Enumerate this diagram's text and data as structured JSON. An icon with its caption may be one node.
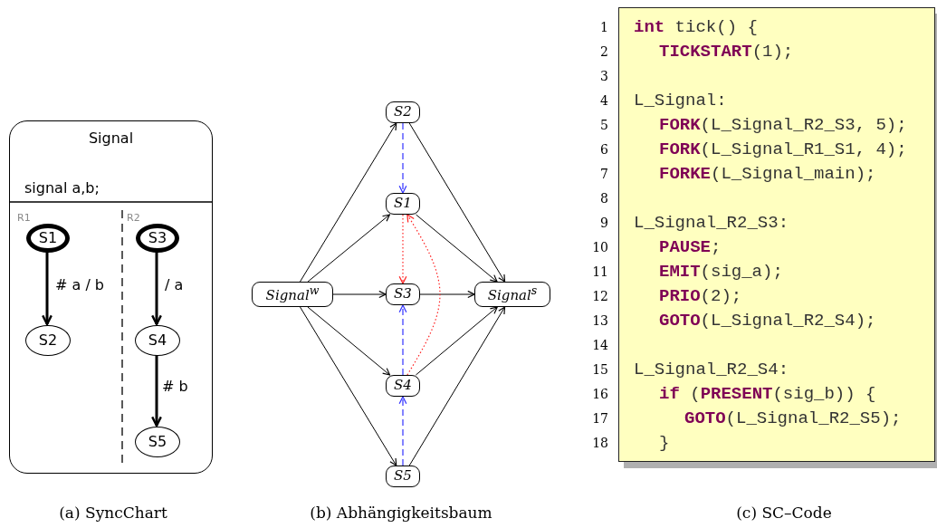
{
  "diagram": {
    "nodes": [
      {
        "text": [
          "Signal",
          "signal a,b;"
        ]
      },
      {
        "text": [
          "S1"
        ],
        "in": 0
      },
      {
        "text": [
          "S2"
        ],
        "in": 0
      },
      {
        "text": [
          "S3"
        ],
        "in": 0
      },
      {
        "text": [
          "S4"
        ],
        "in": 0
      },
      {
        "text": [
          "S5"
        ],
        "in": 0
      },
      {
        "text": [
          "S2"
        ]
      },
      {
        "text": [
          "S1"
        ]
      },
      {
        "text": [
          "Signal$^{w}$"
        ]
      },
      {
        "text": [
          "S3"
        ]
      },
      {
        "text": [
          "Signal$^{s}$"
        ]
      },
      {
        "text": [
          "S4"
        ]
      },
      {
        "text": [
          "S5"
        ]
      },
      {
        "text": [
          "**int** tick() {",
          "**TICKSTART**(1);",
          "L_Signal:",
          "**FORK**(L_Signal_R2_S3, 5);",
          "**FORK**(L_Signal_R1_S1, 4);",
          "**FORKE**(L_Signal_main);",
          "L_Signal_R2_S3:",
          "**PAUSE**;",
          "**EMIT**(sig_a);",
          "**PRIO**(2);",
          "**GOTO**(L_Signal_R2_S4);",
          "L_Signal_R2_S4:",
          "**if** (**PRESENT**(sig_b)) {",
          "**GOTO**(L_Signal_R2_S5);",
          "}"
        ]
      }
    ],
    "edges": [
      {
        "from": 1,
        "to": 2,
        "arrow": "to",
        "label": "# a / b",
        "style": "thick"
      },
      {
        "from": 3,
        "to": 4,
        "arrow": "to",
        "label": "/ a",
        "style": "thick"
      },
      {
        "from": 4,
        "to": 5,
        "arrow": "to",
        "label": "# b",
        "style": "thick"
      },
      {
        "from": 8,
        "to": 6,
        "arrow": "to"
      },
      {
        "from": 8,
        "to": 7,
        "arrow": "to"
      },
      {
        "from": 8,
        "to": 9,
        "arrow": "to"
      },
      {
        "from": 8,
        "to": 11,
        "arrow": "to"
      },
      {
        "from": 8,
        "to": 12,
        "arrow": "to"
      },
      {
        "from": 6,
        "to": 10,
        "arrow": "to"
      },
      {
        "from": 7,
        "to": 10,
        "arrow": "to"
      },
      {
        "from": 9,
        "to": 10,
        "arrow": "to"
      },
      {
        "from": 11,
        "to": 10,
        "arrow": "to"
      },
      {
        "from": 12,
        "to": 10,
        "arrow": "to"
      },
      {
        "from": 6,
        "to": 7,
        "arrow": "to",
        "style": "dashed",
        "color": "#3333ff"
      },
      {
        "from": 11,
        "to": 9,
        "arrow": "to",
        "style": "dashed",
        "color": "#3333ff"
      },
      {
        "from": 12,
        "to": 11,
        "arrow": "to",
        "style": "dashed",
        "color": "#3333ff"
      },
      {
        "from": 7,
        "to": 9,
        "arrow": "to",
        "style": "dashed",
        "color": "#ff2222"
      },
      {
        "from": 11,
        "to": 7,
        "arrow": "to",
        "style": "dashed",
        "color": "#ff2222"
      }
    ],
    "labels": [
      "R1",
      "R2",
      "1",
      "2",
      "3",
      "4",
      "5",
      "6",
      "7",
      "8",
      "9",
      "10",
      "11",
      "12",
      "13",
      "14",
      "15",
      "16",
      "17",
      "18",
      "(a) SyncChart",
      "(b) Abhängigkeitsbaum",
      "(c) SC–Code"
    ]
  }
}
